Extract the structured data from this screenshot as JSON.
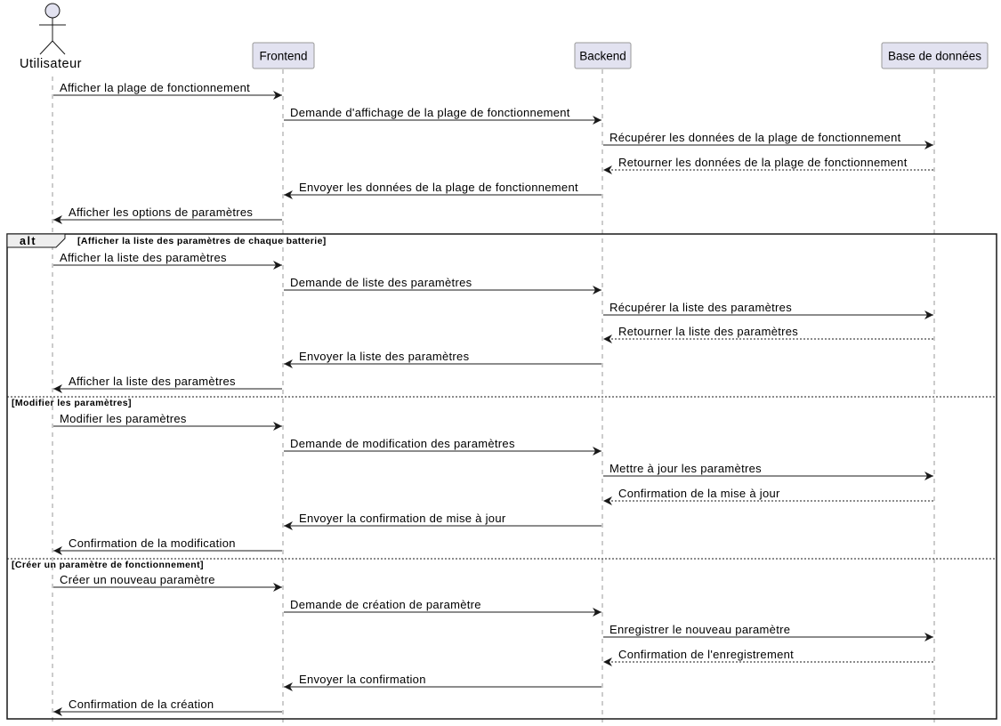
{
  "actor": {
    "name": "Utilisateur"
  },
  "participants": [
    {
      "id": "frontend",
      "label": "Frontend"
    },
    {
      "id": "backend",
      "label": "Backend"
    },
    {
      "id": "db",
      "label": "Base de données"
    }
  ],
  "colors": {
    "participant_fill": "#E2E2F0",
    "participant_border": "#999999",
    "line": "#181818",
    "lifeline": "#999999"
  },
  "messages": [
    {
      "from": "user",
      "to": "frontend",
      "text": "Afficher la plage de fonctionnement",
      "style": "solid"
    },
    {
      "from": "frontend",
      "to": "backend",
      "text": "Demande d'affichage de la plage de fonctionnement",
      "style": "solid"
    },
    {
      "from": "backend",
      "to": "db",
      "text": "Récupérer les données de la plage de fonctionnement",
      "style": "solid"
    },
    {
      "from": "db",
      "to": "backend",
      "text": "Retourner les données de la plage de fonctionnement",
      "style": "dashed"
    },
    {
      "from": "backend",
      "to": "frontend",
      "text": "Envoyer les données de la plage de fonctionnement",
      "style": "solid"
    },
    {
      "from": "frontend",
      "to": "user",
      "text": "Afficher les options de paramètres",
      "style": "solid"
    }
  ],
  "fragment": {
    "keyword": "alt",
    "sections": [
      {
        "guard": "[Afficher la liste des paramètres de chaque batterie]",
        "messages": [
          {
            "from": "user",
            "to": "frontend",
            "text": "Afficher la liste des paramètres",
            "style": "solid"
          },
          {
            "from": "frontend",
            "to": "backend",
            "text": "Demande de liste des paramètres",
            "style": "solid"
          },
          {
            "from": "backend",
            "to": "db",
            "text": "Récupérer la liste des paramètres",
            "style": "solid"
          },
          {
            "from": "db",
            "to": "backend",
            "text": "Retourner la liste des paramètres",
            "style": "dashed"
          },
          {
            "from": "backend",
            "to": "frontend",
            "text": "Envoyer la liste des paramètres",
            "style": "solid"
          },
          {
            "from": "frontend",
            "to": "user",
            "text": "Afficher la liste des paramètres",
            "style": "solid"
          }
        ]
      },
      {
        "guard": "[Modifier les paramètres]",
        "messages": [
          {
            "from": "user",
            "to": "frontend",
            "text": "Modifier les paramètres",
            "style": "solid"
          },
          {
            "from": "frontend",
            "to": "backend",
            "text": "Demande de modification des paramètres",
            "style": "solid"
          },
          {
            "from": "backend",
            "to": "db",
            "text": "Mettre à jour les paramètres",
            "style": "solid"
          },
          {
            "from": "db",
            "to": "backend",
            "text": "Confirmation de la mise à jour",
            "style": "dashed"
          },
          {
            "from": "backend",
            "to": "frontend",
            "text": "Envoyer la confirmation de mise à jour",
            "style": "solid"
          },
          {
            "from": "frontend",
            "to": "user",
            "text": "Confirmation de la modification",
            "style": "solid"
          }
        ]
      },
      {
        "guard": "[Créer un paramètre de fonctionnement]",
        "messages": [
          {
            "from": "user",
            "to": "frontend",
            "text": "Créer un nouveau paramètre",
            "style": "solid"
          },
          {
            "from": "frontend",
            "to": "backend",
            "text": "Demande de création de paramètre",
            "style": "solid"
          },
          {
            "from": "backend",
            "to": "db",
            "text": "Enregistrer le nouveau paramètre",
            "style": "solid"
          },
          {
            "from": "db",
            "to": "backend",
            "text": "Confirmation de l'enregistrement",
            "style": "dashed"
          },
          {
            "from": "backend",
            "to": "frontend",
            "text": "Envoyer la confirmation",
            "style": "solid"
          },
          {
            "from": "frontend",
            "to": "user",
            "text": "Confirmation de la création",
            "style": "solid"
          }
        ]
      }
    ]
  }
}
